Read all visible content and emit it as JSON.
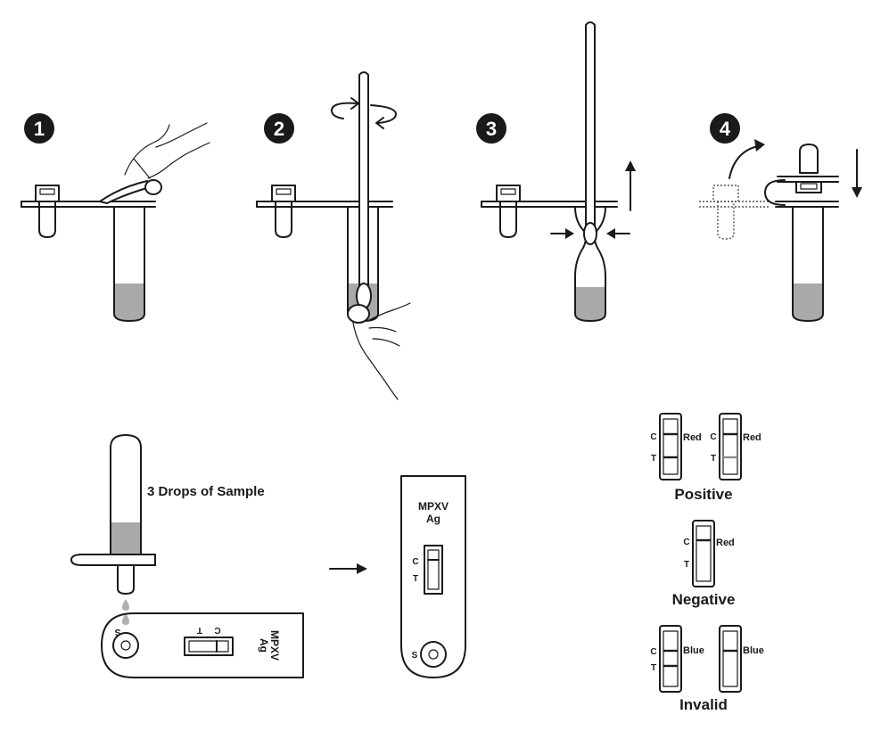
{
  "steps": [
    "1",
    "2",
    "3",
    "4"
  ],
  "dropper": {
    "instruction": "3 Drops of Sample"
  },
  "cassette_left": {
    "brand": "MPXV",
    "sub": "Ag",
    "c": "C",
    "t": "T",
    "s": "S"
  },
  "cassette_right": {
    "brand": "MPXV",
    "sub": "Ag",
    "c": "C",
    "t": "T",
    "s": "S"
  },
  "results": {
    "positive": {
      "title": "Positive",
      "strips": [
        {
          "c": "C",
          "t": "T",
          "color_label": "Red"
        },
        {
          "c": "C",
          "t": "T",
          "color_label": "Red"
        }
      ]
    },
    "negative": {
      "title": "Negative",
      "strips": [
        {
          "c": "C",
          "t": "T",
          "color_label": "Red"
        }
      ]
    },
    "invalid": {
      "title": "Invalid",
      "strips": [
        {
          "c": "C",
          "t": "T",
          "color_label": "Blue"
        },
        {
          "c": "",
          "t": "",
          "color_label": "Blue"
        }
      ]
    }
  },
  "colors": {
    "ink": "#1a1a1a",
    "liquid": "#a9a9a9",
    "faint_line": "#8a8a8a"
  },
  "icons": [
    "rotate-arrows-icon",
    "arrow-up-icon",
    "arrow-down-icon",
    "curved-arrow-icon",
    "squeeze-arrows-icon",
    "arrow-right-icon",
    "hand-icon"
  ]
}
